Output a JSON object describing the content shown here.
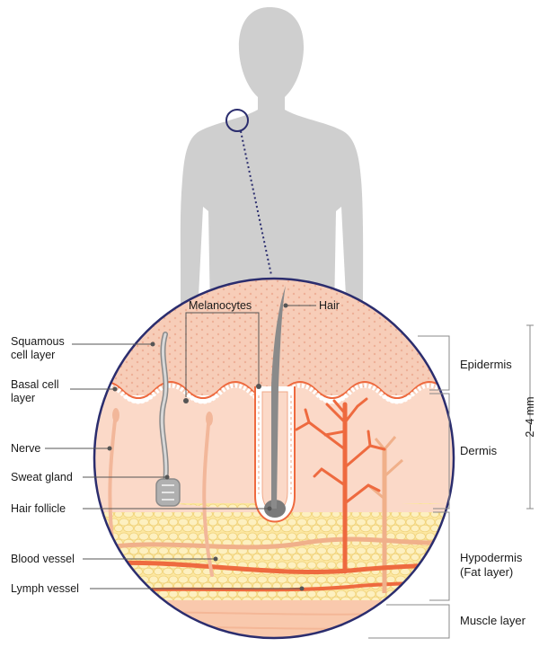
{
  "labels_left": [
    {
      "id": "squamous",
      "lines": [
        "Squamous",
        "cell layer"
      ]
    },
    {
      "id": "basal",
      "lines": [
        "Basal cell",
        "layer"
      ]
    },
    {
      "id": "nerve",
      "lines": [
        "Nerve"
      ]
    },
    {
      "id": "sweat",
      "lines": [
        "Sweat gland"
      ]
    },
    {
      "id": "follicle",
      "lines": [
        "Hair follicle"
      ]
    },
    {
      "id": "blood",
      "lines": [
        "Blood vessel"
      ]
    },
    {
      "id": "lymph",
      "lines": [
        "Lymph vessel"
      ]
    }
  ],
  "labels_top": {
    "melanocytes": "Melanocytes",
    "hair": "Hair"
  },
  "labels_right": [
    {
      "id": "epidermis",
      "lines": [
        "Epidermis"
      ]
    },
    {
      "id": "dermis",
      "lines": [
        "Dermis"
      ]
    },
    {
      "id": "hypodermis",
      "lines": [
        "Hypodermis",
        "(Fat layer)"
      ]
    },
    {
      "id": "muscle",
      "lines": [
        "Muscle layer"
      ]
    }
  ],
  "thickness_label": "2–4 mm",
  "colors": {
    "silhouette": "#cfcfcf",
    "circle_outline": "#2b2d6e",
    "epidermis": "#f7cdb8",
    "dermis": "#fbd9c8",
    "fat": "#fce7a0",
    "muscle": "#f9c9ad",
    "blood_vessel": "#ee6a3f",
    "lymph_vessel": "#f0b08a",
    "nerve": "#f2b79a",
    "hair": "#8a8a8a",
    "leader_line": "#555555"
  }
}
